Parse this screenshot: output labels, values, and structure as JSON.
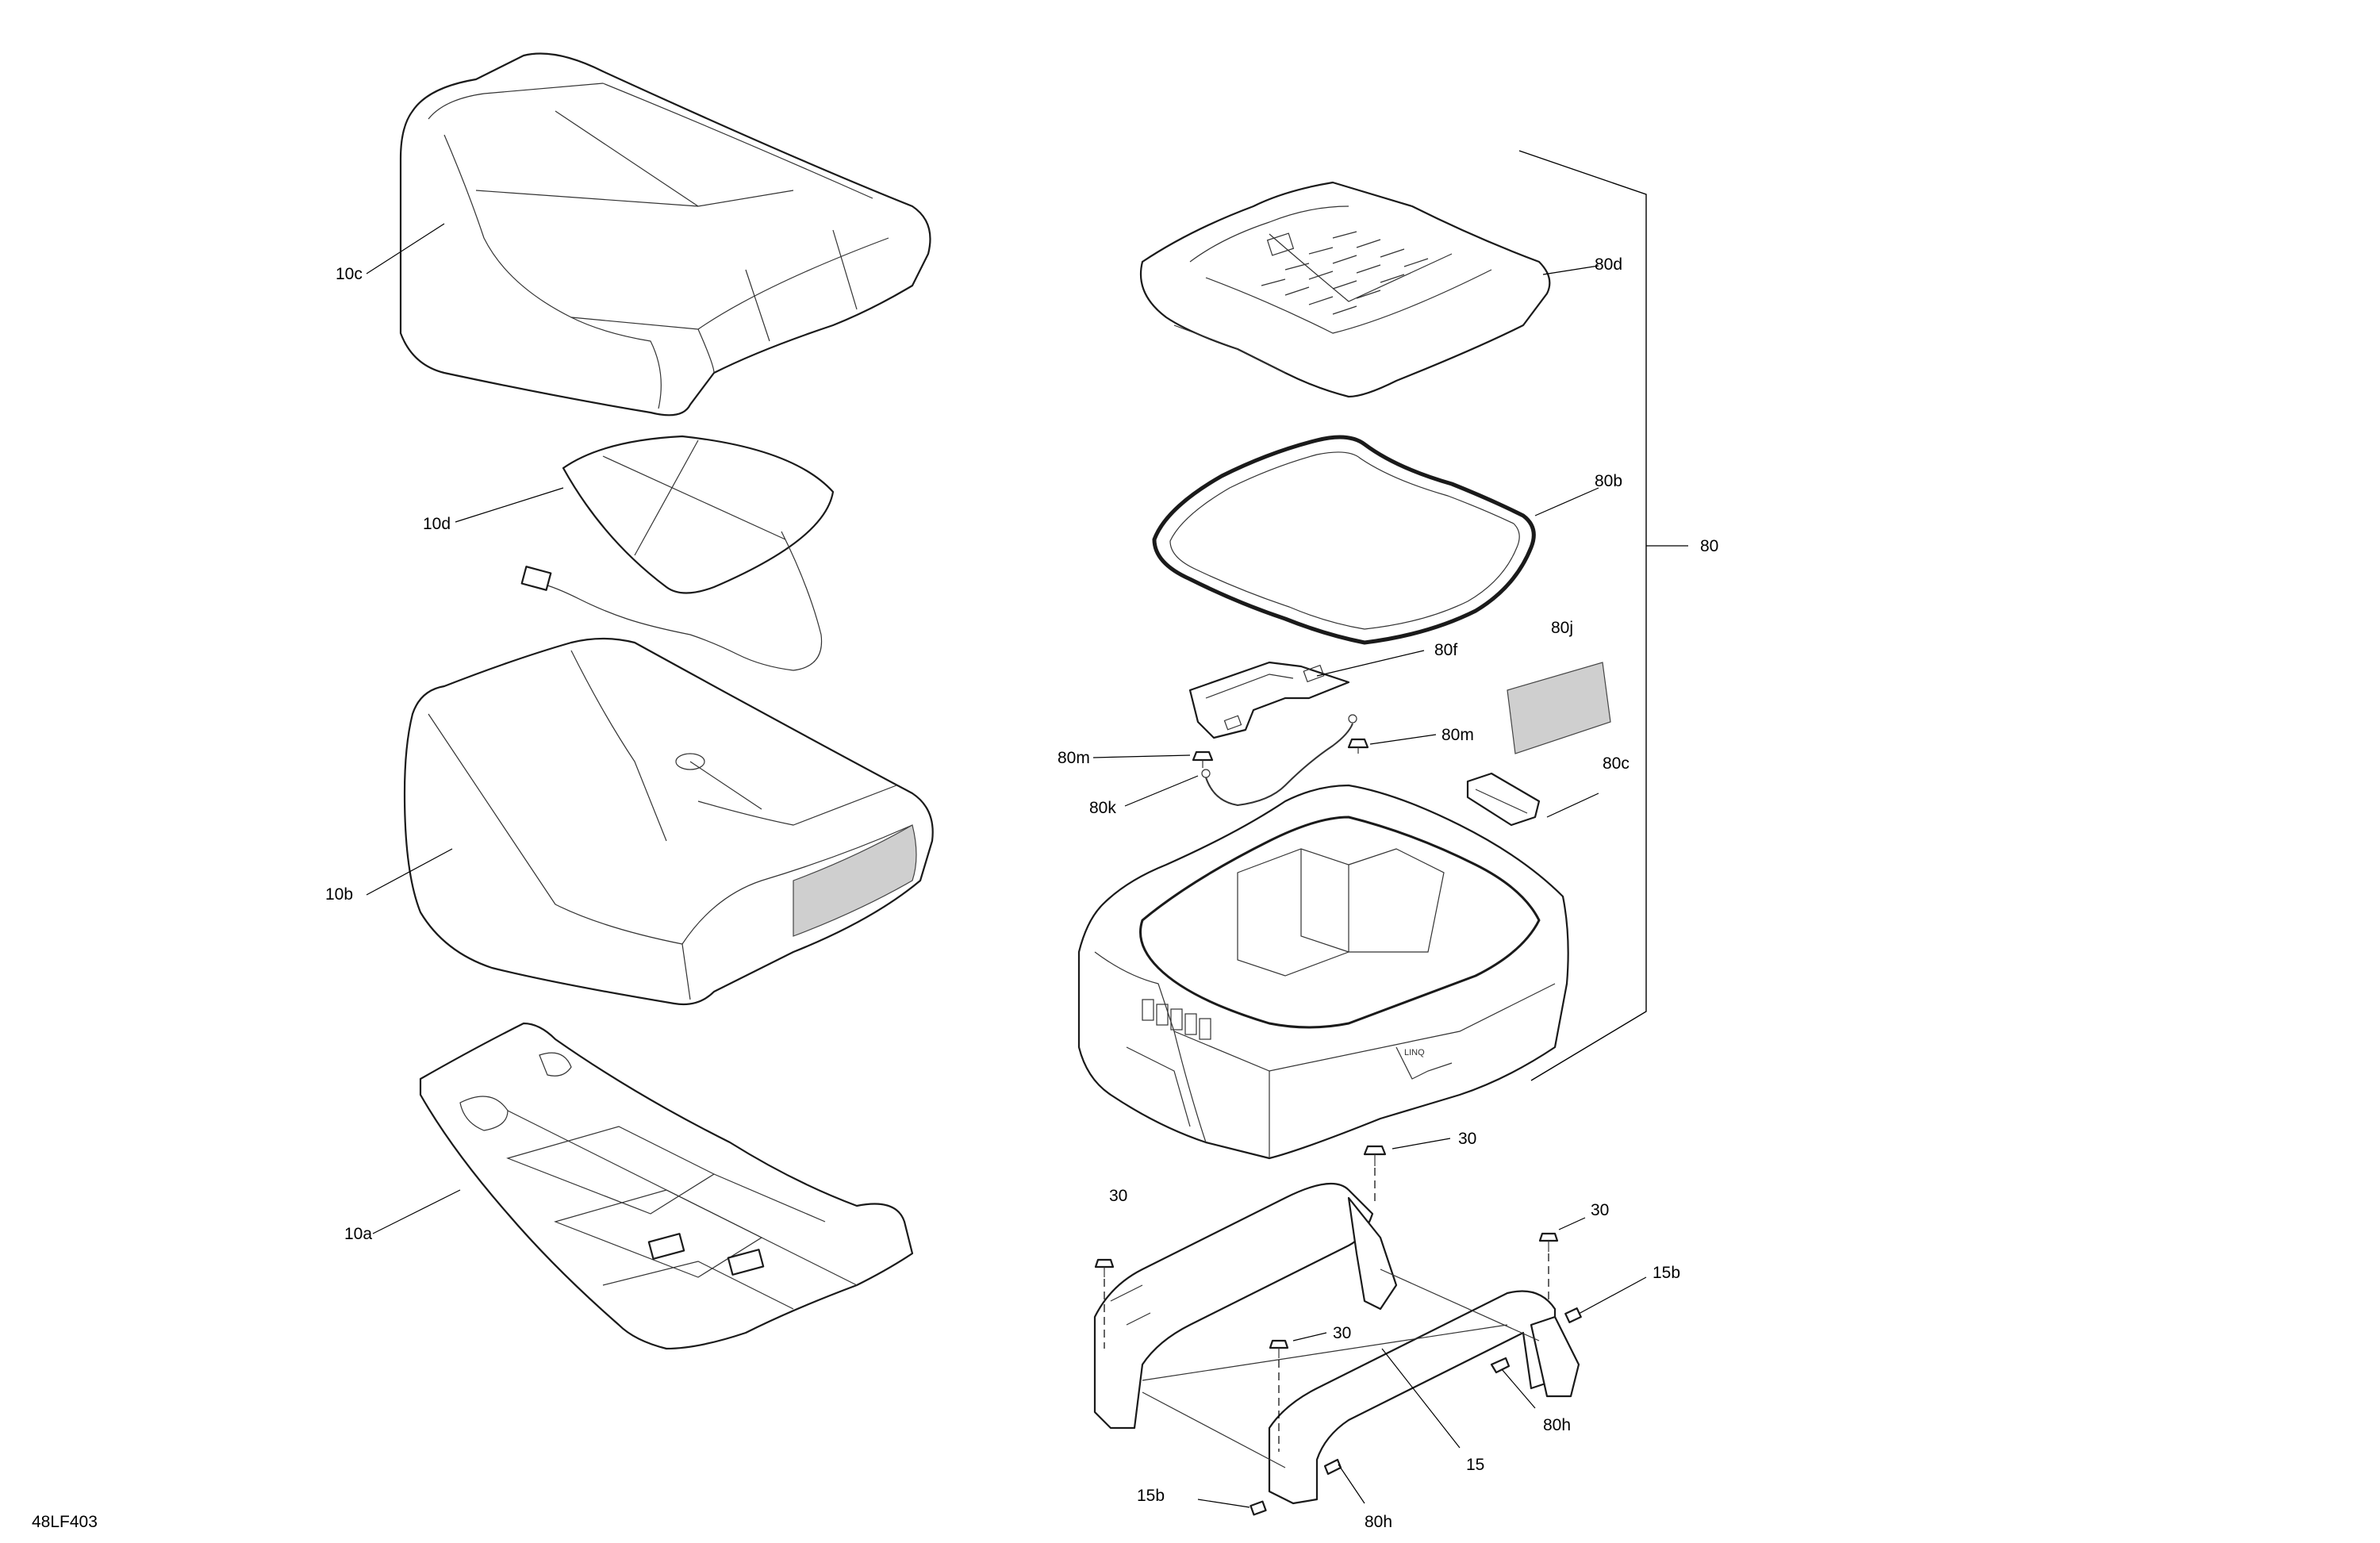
{
  "drawing_code": "48LF403",
  "callouts": {
    "c10c": "10c",
    "c10d": "10d",
    "c10b": "10b",
    "c10a": "10a",
    "c80d": "80d",
    "c80b": "80b",
    "c80": "80",
    "c80j": "80j",
    "c80f": "80f",
    "c80m_left": "80m",
    "c80m_right": "80m",
    "c80k": "80k",
    "c80c": "80c",
    "c30_top": "30",
    "c30_left": "30",
    "c30_right": "30",
    "c30_mid": "30",
    "c15b_right": "15b",
    "c15b_left": "15b",
    "c80h_right": "80h",
    "c80h_left": "80h",
    "c15": "15"
  }
}
